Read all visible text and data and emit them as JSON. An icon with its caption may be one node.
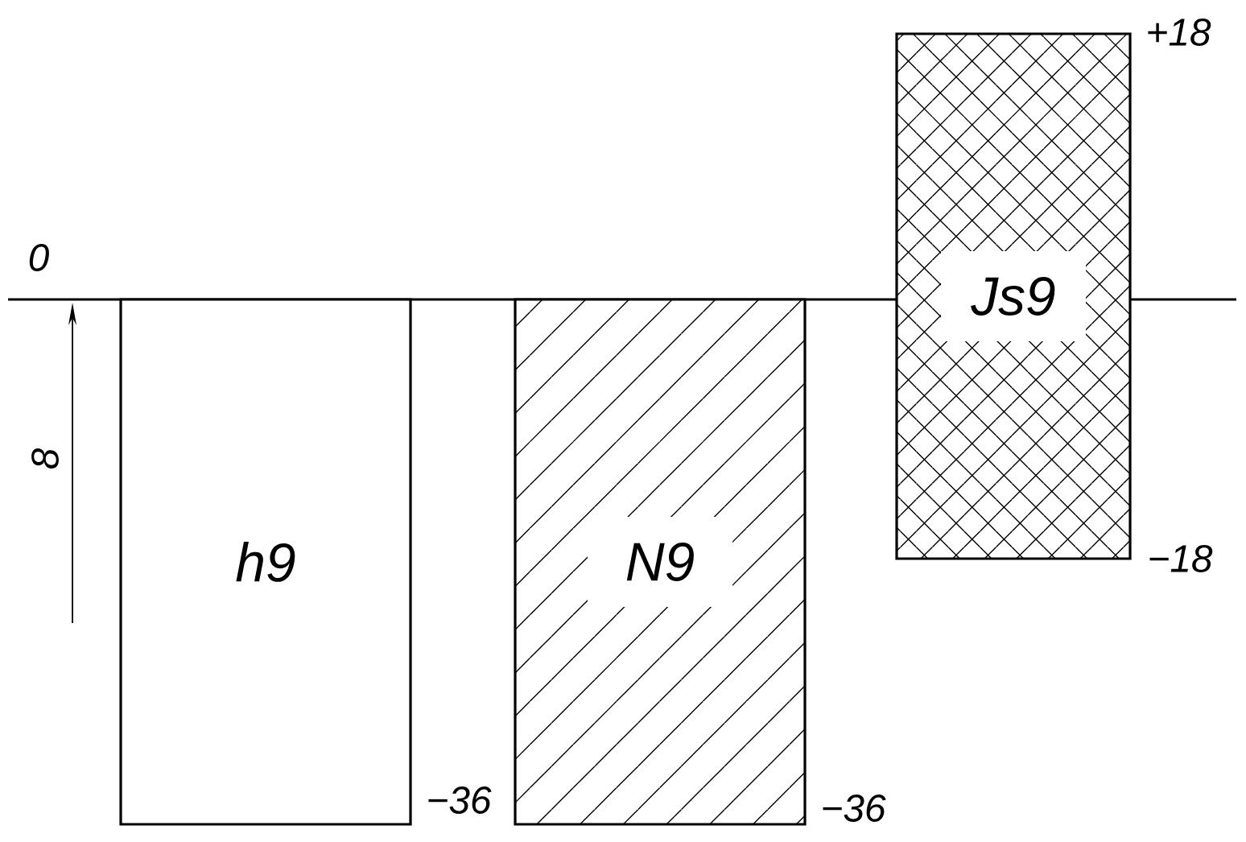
{
  "diagram": {
    "nodes": [
      {
        "text": [
          "h9"
        ],
        "beside": [
          "−36"
        ]
      },
      {
        "text": [
          "N9"
        ],
        "beside": [
          "−36"
        ]
      },
      {
        "text": [
          "Js9"
        ],
        "beside": [
          "+18",
          "−18"
        ]
      }
    ],
    "labels": [
      "0",
      "8"
    ]
  }
}
